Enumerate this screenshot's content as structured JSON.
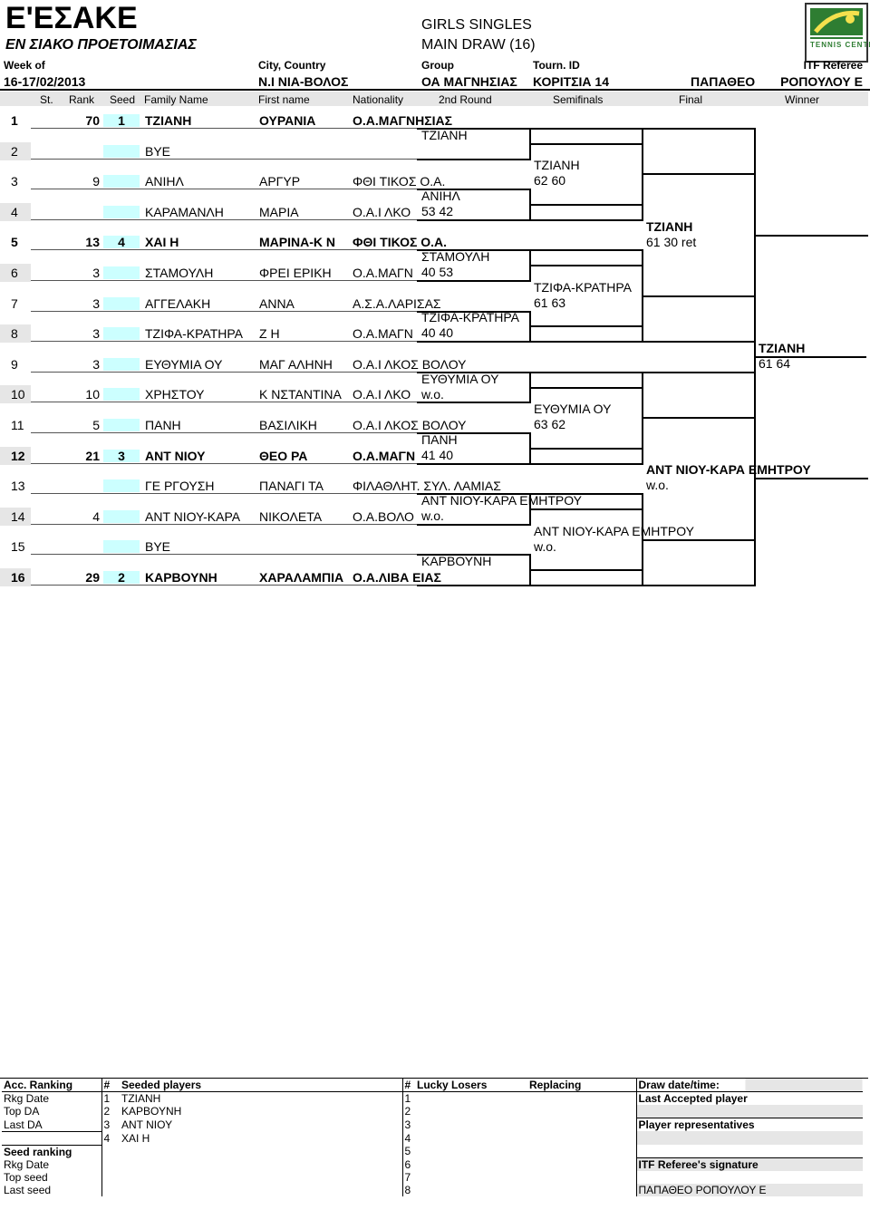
{
  "header": {
    "association": "Ε'ΕΣΑΚΕ",
    "tournament_name": "ΕΝ ΣΙΑΚΟ ΠΡΟΕΤΟΙΜΑΣΙΑΣ",
    "event": "GIRLS SINGLES",
    "draw_type": "MAIN DRAW (16)",
    "labels": {
      "week_of": "Week of",
      "city_country": "City, Country",
      "group": "Group",
      "tourn_id": "Tourn. ID",
      "itf_referee": "ITF Referee"
    },
    "values": {
      "week_of": "16-17/02/2013",
      "city_country": "Ν.Ι ΝΙΑ-ΒΟΛΟΣ",
      "group": "ΟΑ ΜΑΓΝΗΣΙΑΣ",
      "tourn_id": "ΚΟΡΙΤΣΙΑ 14",
      "referee_first": "ΠΑΠΑΘΕΟ",
      "referee_last": "ΡΟΠΟΥΛΟΥ Ε"
    },
    "columns": {
      "st": "St.",
      "rank": "Rank",
      "seed": "Seed",
      "family_name": "Family Name",
      "first_name": "First name",
      "nationality": "Nationality",
      "round2": "2nd Round",
      "semifinals": "Semifinals",
      "final": "Final",
      "winner": "Winner"
    }
  },
  "logo": {
    "icon": "tennis-centre-logo",
    "text": "TENNIS CENTRE"
  },
  "players": [
    {
      "num": "1",
      "rank": "70",
      "seed": "1",
      "family": "ΤΖΙΑΝΗ",
      "first": "ΟΥΡΑΝΙΑ",
      "club": "Ο.Α.ΜΑΓΝΗΣΙΑΣ",
      "bold": true
    },
    {
      "num": "2",
      "rank": "",
      "seed": "",
      "family": "BYE",
      "first": "",
      "club": "",
      "bold": false
    },
    {
      "num": "3",
      "rank": "9",
      "seed": "",
      "family": "ΑΝΙΗΛ",
      "first": "ΑΡΓΥΡ",
      "club": "ΦΘΙ ΤΙΚΟΣ Ο.Α.",
      "bold": false
    },
    {
      "num": "4",
      "rank": "",
      "seed": "",
      "family": "ΚΑΡΑΜΑΝΛΗ",
      "first": "ΜΑΡΙΑ",
      "club": "Ο.Α.Ι ΛΚΟ",
      "bold": false
    },
    {
      "num": "5",
      "rank": "13",
      "seed": "4",
      "family": "ΧΑΙ Η",
      "first": "ΜΑΡΙΝΑ-Κ Ν",
      "club": "ΦΘΙ ΤΙΚΟΣ Ο.Α.",
      "bold": true
    },
    {
      "num": "6",
      "rank": "3",
      "seed": "",
      "family": "ΣΤΑΜΟΥΛΗ",
      "first": "ΦΡΕΙ ΕΡΙΚΗ",
      "club": "Ο.Α.ΜΑΓΝ",
      "bold": false
    },
    {
      "num": "7",
      "rank": "3",
      "seed": "",
      "family": "ΑΓΓΕΛΑΚΗ",
      "first": "ΑΝΝΑ",
      "club": "Α.Σ.Α.ΛΑΡΙΣΑΣ",
      "bold": false
    },
    {
      "num": "8",
      "rank": "3",
      "seed": "",
      "family": "ΤΖΙΦΑ-ΚΡΑΤΗΡΑ",
      "first": "Ζ Η",
      "club": "Ο.Α.ΜΑΓΝ",
      "bold": false
    },
    {
      "num": "9",
      "rank": "3",
      "seed": "",
      "family": "ΕΥΘΥΜΙΑ ΟΥ",
      "first": "ΜΑΓ ΑΛΗΝΗ",
      "club": "Ο.Α.Ι ΛΚΟΣ ΒΟΛΟΥ",
      "bold": false
    },
    {
      "num": "10",
      "rank": "10",
      "seed": "",
      "family": "ΧΡΗΣΤΟΥ",
      "first": "Κ ΝΣΤΑΝΤΙΝΑ",
      "club": "Ο.Α.Ι ΛΚΟ",
      "bold": false
    },
    {
      "num": "11",
      "rank": "5",
      "seed": "",
      "family": "ΠΑΝΗ",
      "first": "ΒΑΣΙΛΙΚΗ",
      "club": "Ο.Α.Ι ΛΚΟΣ ΒΟΛΟΥ",
      "bold": false
    },
    {
      "num": "12",
      "rank": "21",
      "seed": "3",
      "family": "ΑΝΤ ΝΙΟΥ",
      "first": "ΘΕΟ ΡΑ",
      "club": "Ο.Α.ΜΑΓΝ",
      "bold": true
    },
    {
      "num": "13",
      "rank": "",
      "seed": "",
      "family": "ΓΕ ΡΓΟΥΣΗ",
      "first": "ΠΑΝΑΓΙ ΤΑ",
      "club": "ΦΙΛΑΘΛΗΤ. ΣΥΛ. ΛΑΜΙΑΣ",
      "bold": false
    },
    {
      "num": "14",
      "rank": "4",
      "seed": "",
      "family": "ΑΝΤ ΝΙΟΥ-ΚΑΡΑ",
      "first": "ΝΙΚΟΛΕΤΑ",
      "club": "Ο.Α.ΒΟΛΟ",
      "bold": false
    },
    {
      "num": "15",
      "rank": "",
      "seed": "",
      "family": "BYE",
      "first": "",
      "club": "",
      "bold": false
    },
    {
      "num": "16",
      "rank": "29",
      "seed": "2",
      "family": "ΚΑΡΒΟΥΝΗ",
      "first": "ΧΑΡΑΛΑΜΠΙΑ",
      "club": "Ο.Α.ΛΙΒΑ ΕΙΑΣ",
      "bold": true
    }
  ],
  "round2": [
    {
      "name": "ΤΖΙΑΝΗ",
      "score": ""
    },
    {
      "name": "ΑΝΙΗΛ",
      "score": "53 42"
    },
    {
      "name": "ΣΤΑΜΟΥΛΗ",
      "score": "40 53"
    },
    {
      "name": "ΤΖΙΦΑ-ΚΡΑΤΗΡΑ",
      "score": "40 40"
    },
    {
      "name": "ΕΥΘΥΜΙΑ ΟΥ",
      "score": "w.o."
    },
    {
      "name": "ΠΑΝΗ",
      "score": "41 40"
    },
    {
      "name": "ΑΝΤ ΝΙΟΥ-ΚΑΡΑ ΕΜΗΤΡΟΥ",
      "score": "w.o."
    },
    {
      "name": "ΚΑΡΒΟΥΝΗ",
      "score": ""
    }
  ],
  "quarterfinals": [
    {
      "name": "ΤΖΙΑΝΗ",
      "score": "62 60"
    },
    {
      "name": "ΤΖΙΦΑ-ΚΡΑΤΗΡΑ",
      "score": "61 63"
    },
    {
      "name": "ΕΥΘΥΜΙΑ ΟΥ",
      "score": "63 62"
    },
    {
      "name": "ΑΝΤ ΝΙΟΥ-ΚΑΡΑ ΕΜΗΤΡΟΥ",
      "score": "w.o."
    }
  ],
  "semifinals": [
    {
      "name": "ΤΖΙΑΝΗ",
      "score": "61 30 ret"
    },
    {
      "name": "ΑΝΤ ΝΙΟΥ-ΚΑΡΑ ΕΜΗΤΡΟΥ",
      "score": "w.o."
    }
  ],
  "final": {
    "name": "ΤΖΙΑΝΗ",
    "score": "61 64"
  },
  "footer": {
    "acc_ranking": "Acc. Ranking",
    "hash": "#",
    "seeded_players": "Seeded players",
    "lucky_losers": "Lucky Losers",
    "replacing": "Replacing",
    "draw_datetime": "Draw date/time:",
    "left_labels": [
      "Rkg Date",
      "Top DA",
      "Last DA",
      "",
      "Seed ranking",
      "Rkg Date",
      "Top seed",
      "Last seed"
    ],
    "seeds": [
      {
        "n": "1",
        "name": "ΤΖΙΑΝΗ"
      },
      {
        "n": "2",
        "name": "ΚΑΡΒΟΥΝΗ"
      },
      {
        "n": "3",
        "name": "ΑΝΤ ΝΙΟΥ"
      },
      {
        "n": "4",
        "name": "ΧΑΙ Η"
      }
    ],
    "ll_numbers": [
      "1",
      "2",
      "3",
      "4",
      "5",
      "6",
      "7",
      "8"
    ],
    "right_labels": [
      "Last Accepted player",
      "",
      "Player representatives",
      "",
      "",
      "ITF Referee's signature",
      "",
      "ΠΑΠΑΘΕΟ ΡΟΠΟΥΛΟΥ Ε"
    ]
  }
}
